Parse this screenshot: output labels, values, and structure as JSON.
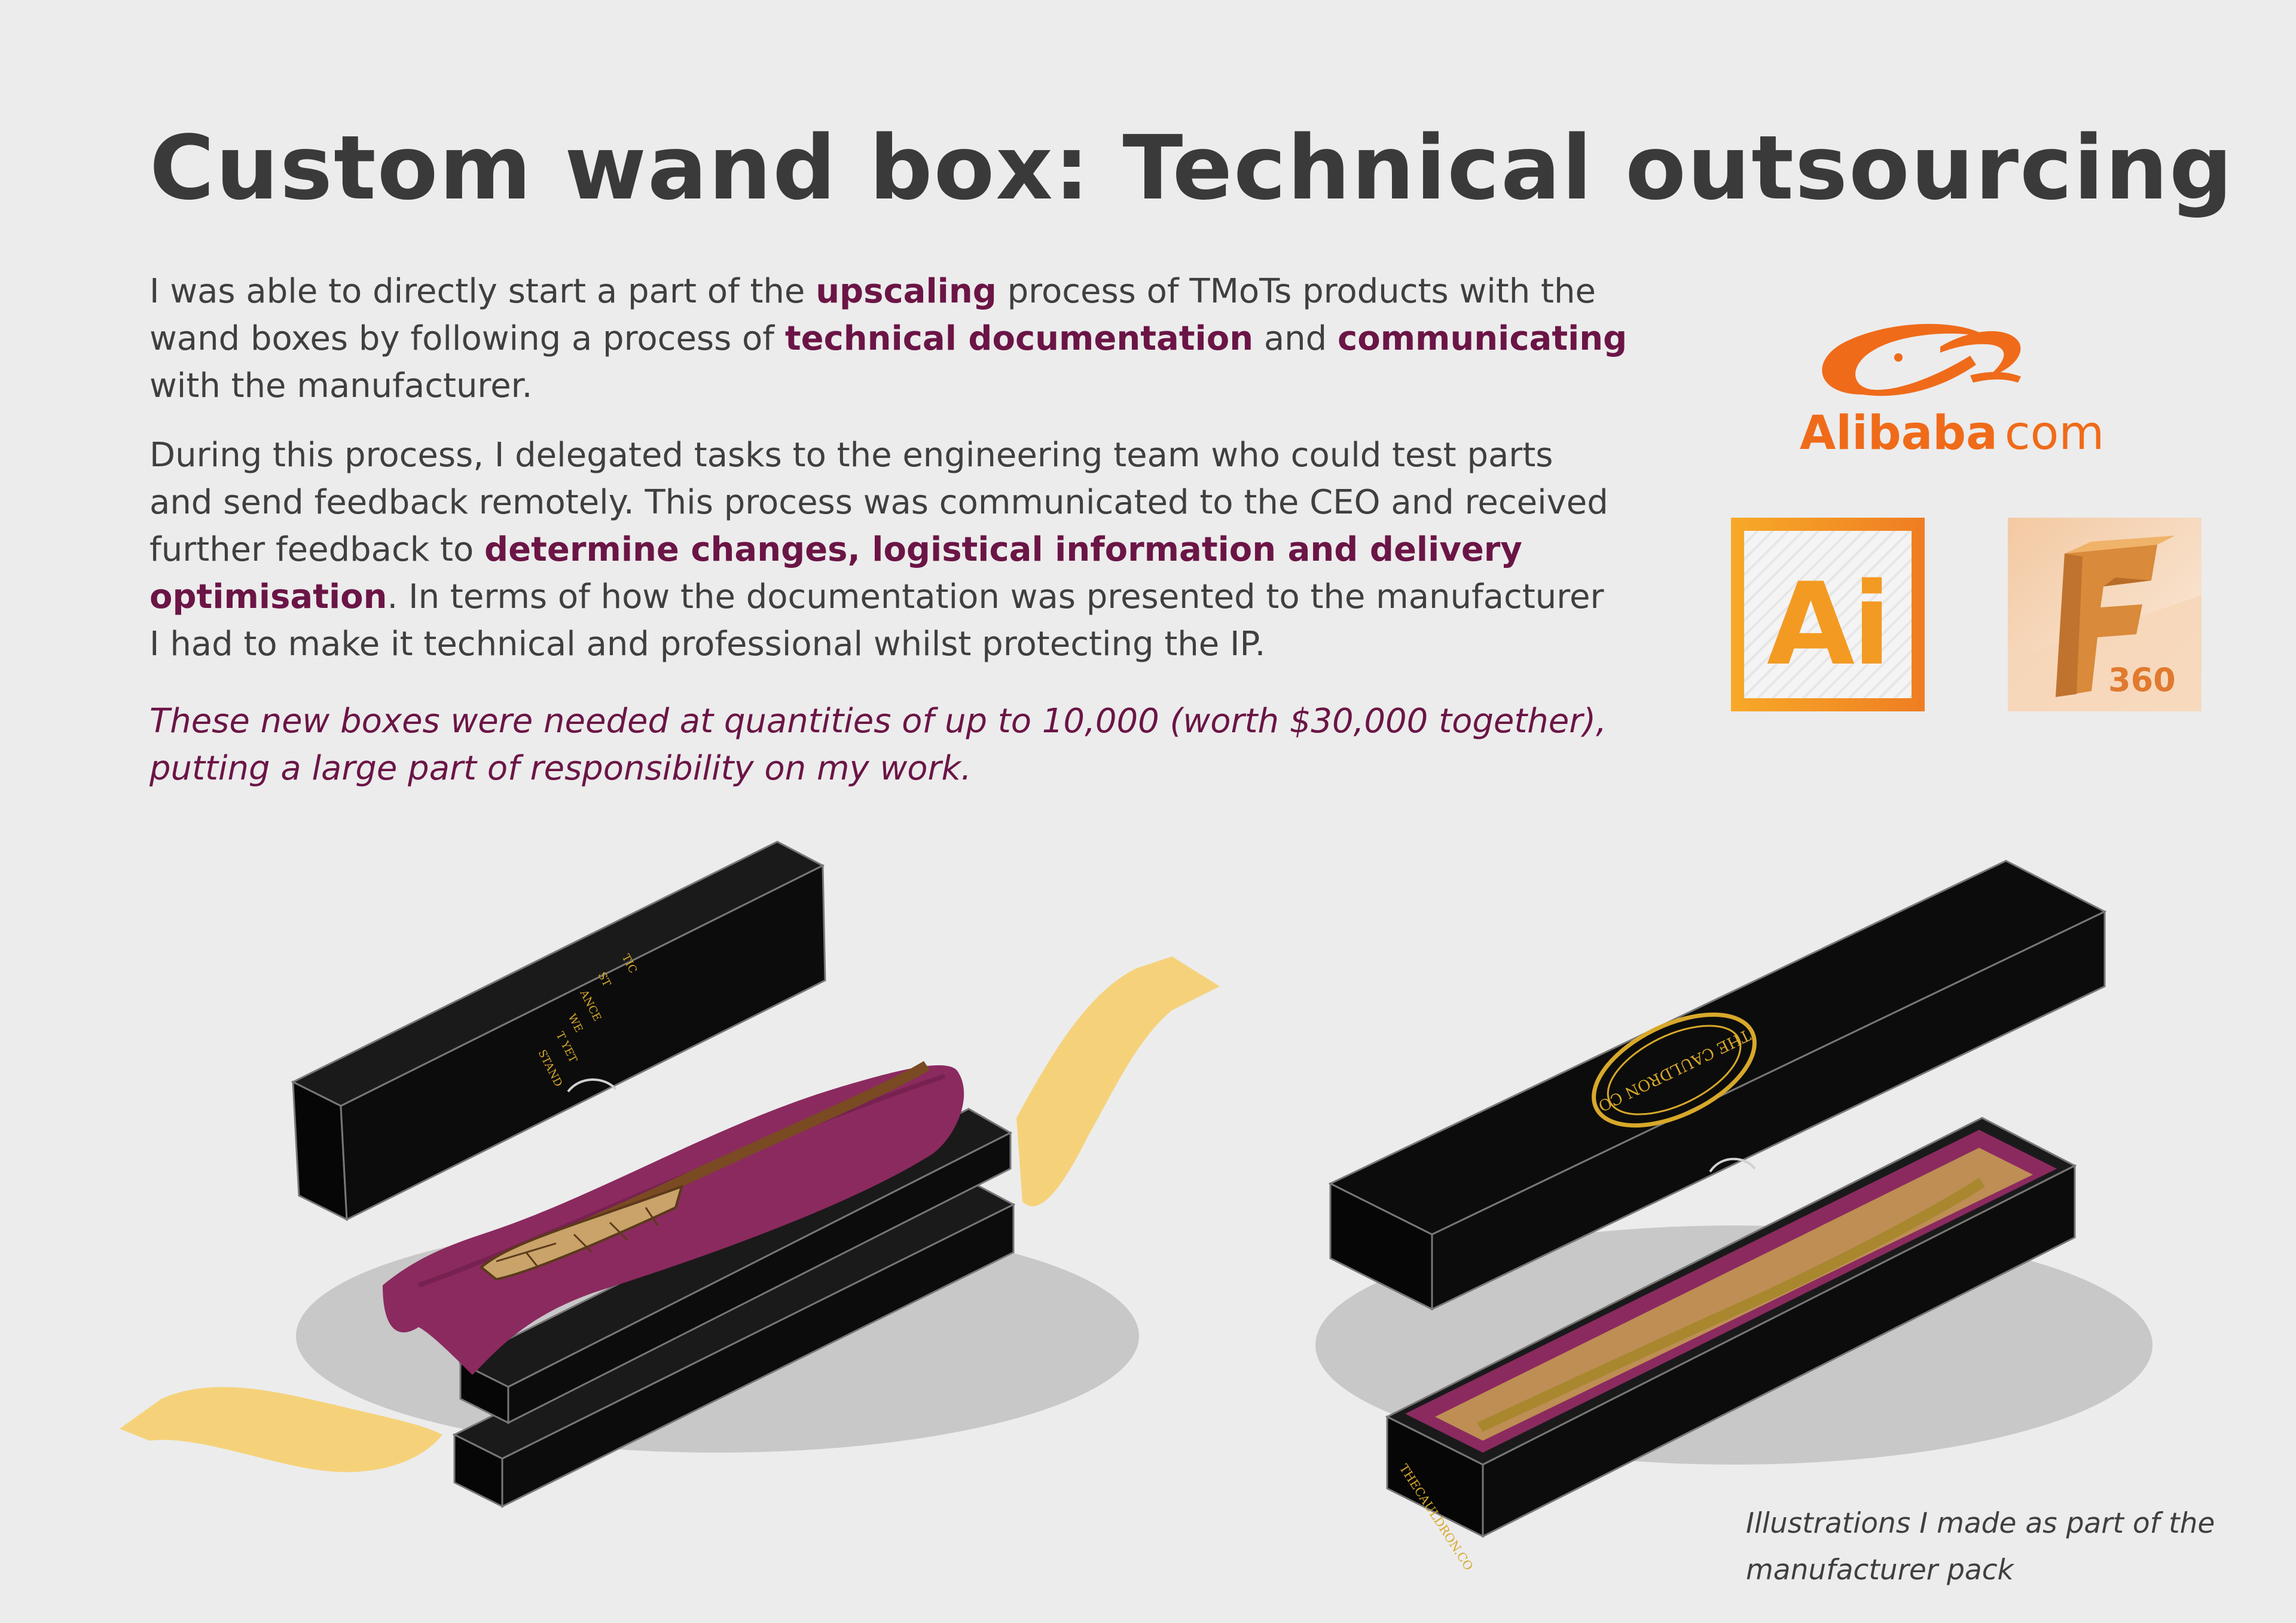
{
  "title": "Custom wand box: Technical outsourcing",
  "paragraph1": {
    "t1": "I was able to directly start a part of the ",
    "h1": "upscaling",
    "t2": " process of TMoTs products with the wand boxes by following a process of ",
    "h2": "technical documentation",
    "t3": " and ",
    "h3": "communicating",
    "t4": " with the manufacturer."
  },
  "paragraph2": {
    "t1": "During this process, I delegated tasks to the engineering team who could test parts and send feedback remotely. This process was communicated to the CEO and received further feedback to ",
    "h1": "determine changes, logistical information and delivery optimisation",
    "t2": ". In terms of how the documentation was presented to the manufacturer I had to make it technical and professional whilst protecting the IP."
  },
  "paragraph3": "These new boxes were needed at quantities of up to 10,000 (worth $30,000 together), putting a large part of responsibility on my work.",
  "caption": "Illustrations I made as part of the manufacturer pack",
  "logos": {
    "alibaba_word": "Alibaba",
    "alibaba_suffix": "com",
    "illustrator_letters": "Ai",
    "fusion_number": "360"
  },
  "box_prints": {
    "lid_quote": [
      "TIC",
      "ST",
      "ANCE",
      "WE",
      "T YET",
      "STAND"
    ],
    "seal_text": "THE CAULDRON CO",
    "end_text": "THECAULDRON.CO"
  },
  "colors": {
    "accent": "#6b1546",
    "box_black": "#0c0c0c",
    "gold": "#d8a82a",
    "ribbon": "#f5d27a",
    "cloth": "#8b2a5f",
    "alibaba_orange": "#ef6b1a"
  },
  "icons": {
    "alibaba": "alibaba-logo",
    "illustrator": "adobe-illustrator-logo",
    "fusion": "fusion-360-logo"
  }
}
